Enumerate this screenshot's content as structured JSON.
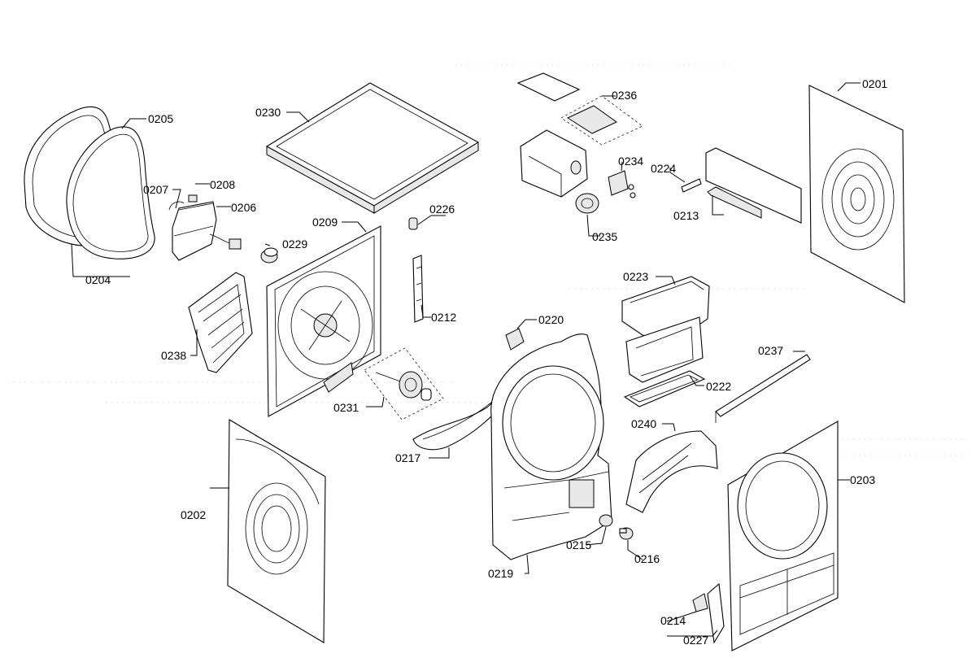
{
  "labels": {
    "p0201": "0201",
    "p0202": "0202",
    "p0203": "0203",
    "p0204": "0204",
    "p0205": "0205",
    "p0206": "0206",
    "p0207": "0207",
    "p0208": "0208",
    "p0209": "0209",
    "p0212": "0212",
    "p0213": "0213",
    "p0214": "0214",
    "p0215": "0215",
    "p0216": "0216",
    "p0217": "0217",
    "p0219": "0219",
    "p0220": "0220",
    "p0222": "0222",
    "p0223": "0223",
    "p0224": "0224",
    "p0226": "0226",
    "p0227": "0227",
    "p0229": "0229",
    "p0230": "0230",
    "p0231": "0231",
    "p0234": "0234",
    "p0235": "0235",
    "p0236": "0236",
    "p0237": "0237",
    "p0238": "0238",
    "p0240": "0240"
  }
}
